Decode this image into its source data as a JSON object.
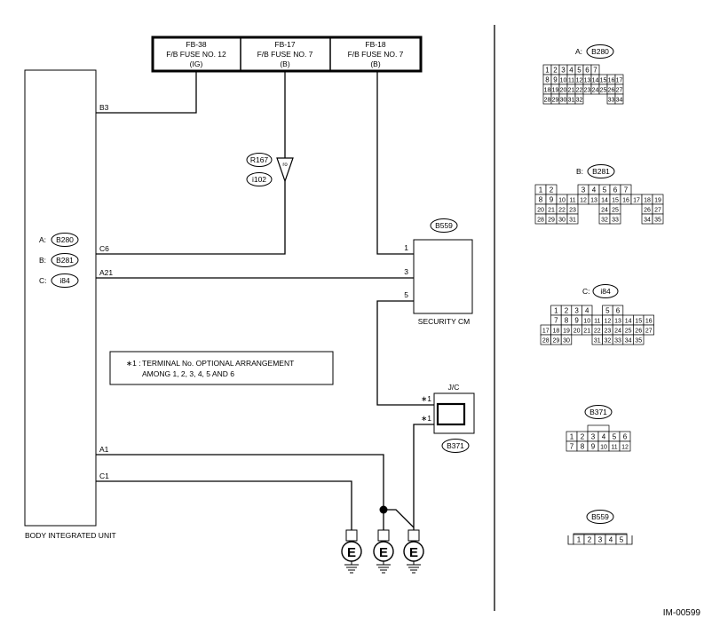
{
  "diagram_id": "IM-00599",
  "unit": {
    "label": "BODY INTEGRATED UNIT"
  },
  "fuses": [
    {
      "code": "FB-38",
      "name": "F/B FUSE NO. 12",
      "supply": "(IG)"
    },
    {
      "code": "FB-17",
      "name": "F/B FUSE NO. 7",
      "supply": "(B)"
    },
    {
      "code": "FB-18",
      "name": "F/B FUSE NO. 7",
      "supply": "(B)"
    }
  ],
  "unit_connectors": [
    {
      "letter": "A:",
      "id": "B280"
    },
    {
      "letter": "B:",
      "id": "B281"
    },
    {
      "letter": "C:",
      "id": "i84"
    }
  ],
  "pins": {
    "b3": "B3",
    "c6": "C6",
    "a21": "A21",
    "a1": "A1",
    "c1": "C1"
  },
  "splice": {
    "r": "R167",
    "i": "i102",
    "mark": "ro"
  },
  "security": {
    "label": "SECURITY CM",
    "conn": "B559",
    "pins": [
      "1",
      "3",
      "5"
    ]
  },
  "jc": {
    "label": "J/C",
    "conn": "B371",
    "pin_top": "∗1",
    "pin_bottom": "∗1"
  },
  "note": {
    "mark": "∗1 :",
    "line1": "TERMINAL No. OPTIONAL ARRANGEMENT",
    "line2": "AMONG 1, 2, 3, 4, 5 AND 6"
  },
  "grounds": [
    "E",
    "E",
    "E"
  ],
  "connector_views": [
    {
      "letter": "A:",
      "id": "B280",
      "rows": [
        [
          "1",
          "2",
          "3",
          "4",
          "5",
          "6",
          "7"
        ],
        [
          "8",
          "9",
          "10",
          "11",
          "12",
          "13",
          "14",
          "15",
          "16",
          "17"
        ],
        [
          "18",
          "19",
          "20",
          "21",
          "22",
          "23",
          "24",
          "25",
          "26",
          "27"
        ],
        [
          "28",
          "29",
          "30",
          "31",
          "32",
          "",
          "",
          "",
          "33",
          "34"
        ]
      ]
    },
    {
      "letter": "B:",
      "id": "B281",
      "rows": [
        [
          "1",
          "2",
          "",
          "",
          "3",
          "4",
          "5",
          "6",
          "7"
        ],
        [
          "8",
          "9",
          "10",
          "11",
          "12",
          "13",
          "14",
          "15",
          "16",
          "17",
          "18",
          "19"
        ],
        [
          "20",
          "21",
          "22",
          "23",
          "",
          "",
          "24",
          "25",
          "",
          "",
          "26",
          "27"
        ],
        [
          "28",
          "29",
          "30",
          "31",
          "",
          "",
          "32",
          "33",
          "",
          "",
          "34",
          "35"
        ]
      ]
    },
    {
      "letter": "C:",
      "id": "i84",
      "rows": [
        [
          "",
          "1",
          "2",
          "3",
          "4",
          "",
          "5",
          "6"
        ],
        [
          "",
          "7",
          "8",
          "9",
          "10",
          "11",
          "12",
          "13",
          "14",
          "15",
          "16"
        ],
        [
          "17",
          "18",
          "19",
          "20",
          "21",
          "22",
          "23",
          "24",
          "25",
          "26",
          "27"
        ],
        [
          "28",
          "29",
          "30",
          "",
          "",
          "31",
          "32",
          "33",
          "34",
          "35"
        ]
      ]
    },
    {
      "id": "B371",
      "rows": [
        [
          "1",
          "2",
          "3",
          "4",
          "5",
          "6"
        ],
        [
          "7",
          "8",
          "9",
          "10",
          "11",
          "12"
        ]
      ]
    },
    {
      "id": "B559",
      "rows": [
        [
          "1",
          "2",
          "3",
          "4",
          "5"
        ]
      ]
    }
  ]
}
